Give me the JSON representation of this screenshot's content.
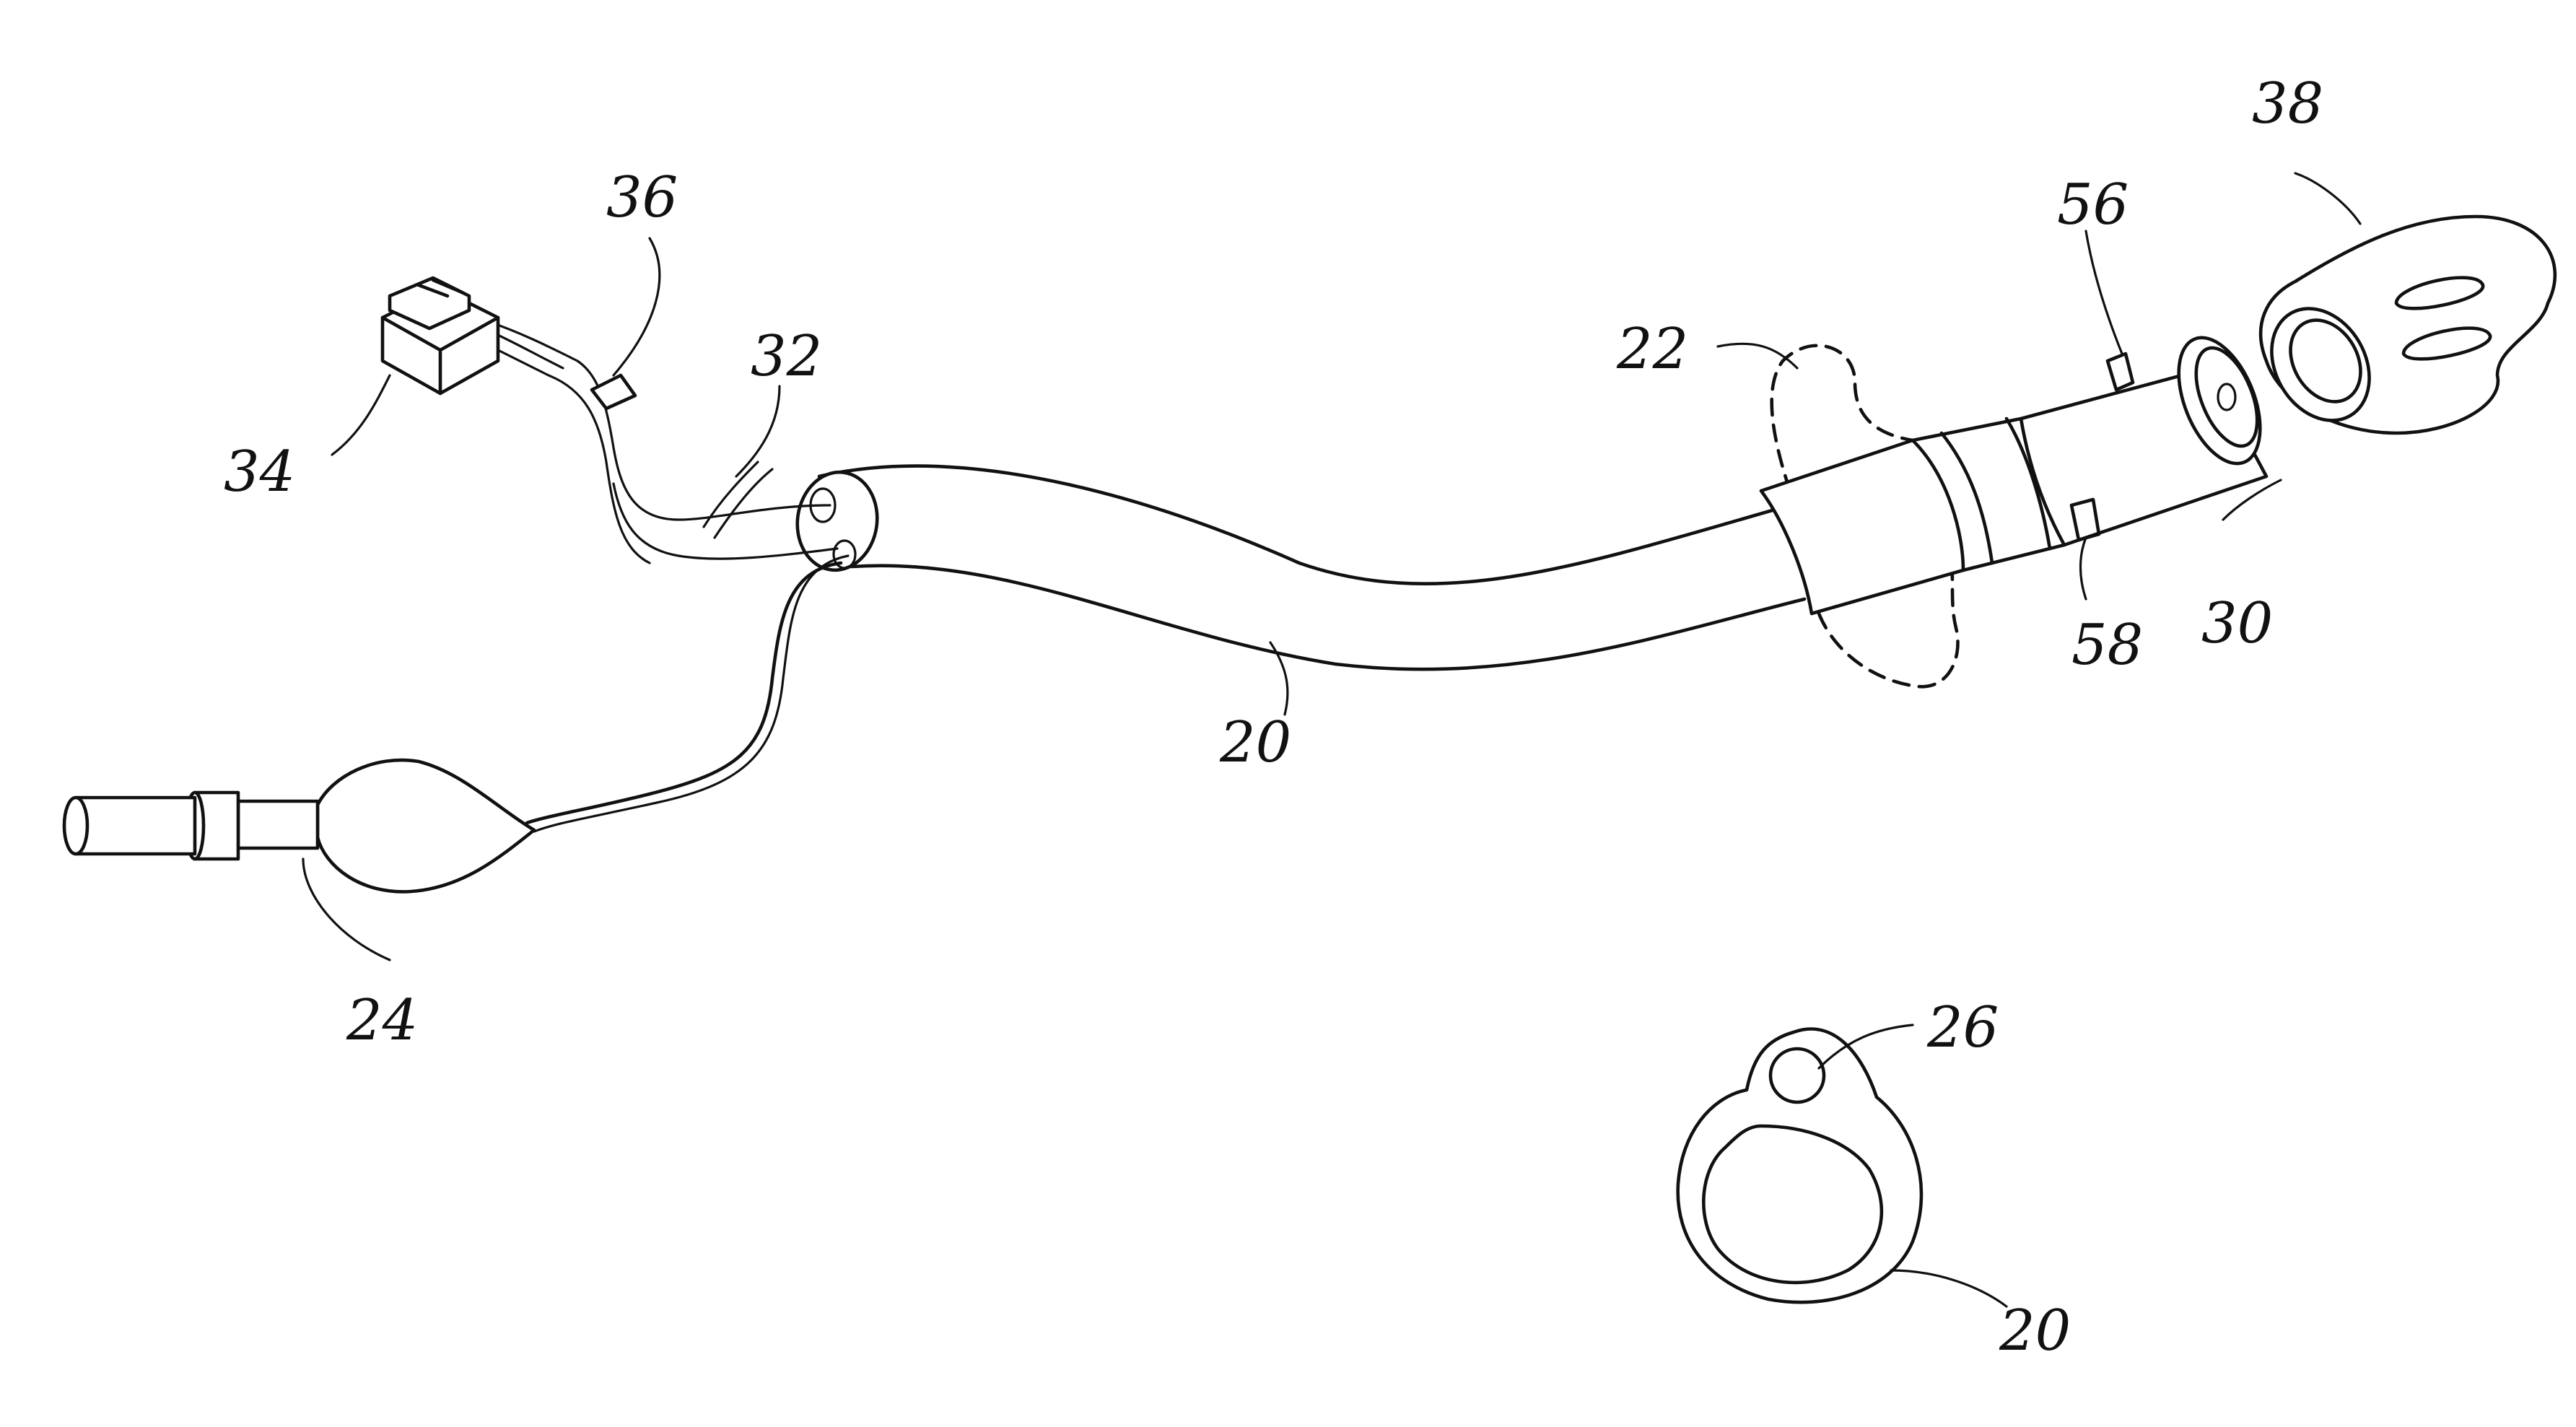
{
  "figure": {
    "labels": {
      "l20a": "20",
      "l20b": "20",
      "l22": "22",
      "l24": "24",
      "l26": "26",
      "l30": "30",
      "l32": "32",
      "l34": "34",
      "l36": "36",
      "l38": "38",
      "l56": "56",
      "l58": "58"
    }
  }
}
